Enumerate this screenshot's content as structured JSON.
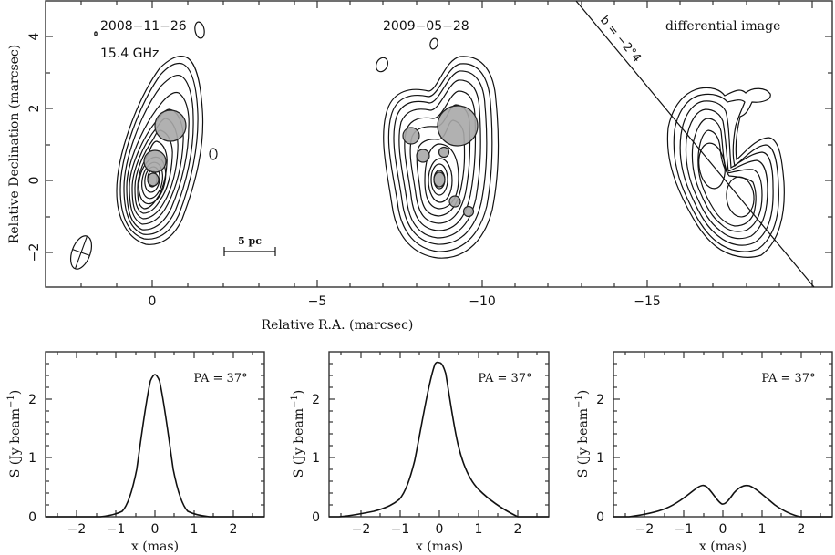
{
  "chart_data": [
    {
      "type": "contour",
      "panel": "top",
      "xlabel": "Relative R.A. (marcsec)",
      "ylabel": "Relative Declination (marcsec)",
      "xlim": [
        4.5,
        -18.9
      ],
      "ylim": [
        -3.0,
        5.0
      ],
      "xticks": [
        "0",
        "−5",
        "−10",
        "−15"
      ],
      "yticks": [
        "−2",
        "0",
        "2",
        "4"
      ],
      "annotations": {
        "epoch1": "2008−11−26",
        "frequency": "15.4 GHz",
        "epoch2": "2009−05−28",
        "differential": "differential image",
        "line_label": "b = −2°4",
        "scalebar": "5 pc"
      },
      "images": [
        {
          "name": "2008-11-26",
          "center_ra": 0,
          "gaussian_components": [
            {
              "ra": -0.5,
              "dec": 1.5,
              "size": 0.9
            },
            {
              "ra": -0.05,
              "dec": 0.5,
              "size": 0.6
            },
            {
              "ra": 0.0,
              "dec": 0.0,
              "size": 0.3
            }
          ]
        },
        {
          "name": "2009-05-28",
          "center_ra": -8,
          "gaussian_components": [
            {
              "ra": -8.6,
              "dec": 1.5,
              "size": 1.1
            },
            {
              "ra": -7.0,
              "dec": 1.2,
              "size": 0.45
            },
            {
              "ra": -7.4,
              "dec": 0.65,
              "size": 0.35
            },
            {
              "ra": -7.9,
              "dec": 0.75,
              "size": 0.25
            },
            {
              "ra": -7.9,
              "dec": 0.0,
              "size": 0.35
            },
            {
              "ra": -8.4,
              "dec": -0.6,
              "size": 0.3
            },
            {
              "ra": -8.7,
              "dec": -0.9,
              "size": 0.3
            }
          ]
        },
        {
          "name": "differential image",
          "center_ra": -16,
          "gaussian_components": []
        }
      ]
    },
    {
      "type": "line",
      "panel": "bottom-left",
      "title": "PA = 37°",
      "xlabel": "x (mas)",
      "ylabel": "S (Jy beam⁻¹)",
      "xlim": [
        -2.8,
        2.8
      ],
      "ylim": [
        0,
        2.8
      ],
      "xticks": [
        "−2",
        "−1",
        "0",
        "1",
        "2"
      ],
      "yticks": [
        "0",
        "1",
        "2"
      ],
      "x": [
        -2.8,
        -1.5,
        -1.0,
        -0.75,
        -0.5,
        -0.25,
        0.0,
        0.25,
        0.5,
        0.75,
        1.0,
        1.5,
        2.8
      ],
      "values": [
        0.0,
        0.0,
        0.08,
        0.35,
        1.05,
        2.0,
        2.42,
        2.0,
        1.05,
        0.35,
        0.08,
        0.0,
        0.0
      ]
    },
    {
      "type": "line",
      "panel": "bottom-middle",
      "title": "PA = 37°",
      "xlabel": "x (mas)",
      "ylabel": "S (Jy beam⁻¹)",
      "xlim": [
        -2.8,
        2.8
      ],
      "ylim": [
        0,
        2.8
      ],
      "xticks": [
        "−2",
        "−1",
        "0",
        "1",
        "2"
      ],
      "yticks": [
        "0",
        "1",
        "2"
      ],
      "x": [
        -2.8,
        -2.0,
        -1.5,
        -1.0,
        -0.75,
        -0.5,
        -0.25,
        0.0,
        0.25,
        0.5,
        0.75,
        1.0,
        1.5,
        2.0,
        2.8
      ],
      "values": [
        0.0,
        0.03,
        0.1,
        0.22,
        0.42,
        0.95,
        1.9,
        2.62,
        1.9,
        1.0,
        0.55,
        0.35,
        0.1,
        0.0,
        0.0
      ]
    },
    {
      "type": "line",
      "panel": "bottom-right",
      "title": "PA = 37°",
      "xlabel": "x (mas)",
      "ylabel": "S (Jy beam⁻¹)",
      "xlim": [
        -2.8,
        2.8
      ],
      "ylim": [
        0,
        2.8
      ],
      "xticks": [
        "−2",
        "−1",
        "0",
        "1",
        "2"
      ],
      "yticks": [
        "0",
        "1",
        "2"
      ],
      "x": [
        -2.8,
        -2.0,
        -1.5,
        -1.0,
        -0.5,
        0.0,
        0.6,
        1.0,
        1.5,
        2.0,
        2.8
      ],
      "values": [
        0.0,
        0.03,
        0.1,
        0.3,
        0.5,
        0.22,
        0.52,
        0.4,
        0.12,
        0.0,
        0.0
      ]
    }
  ],
  "top": {
    "xlabel": "Relative R.A. (marcsec)",
    "ylabel": "Relative Declination (marcsec)",
    "xticks": [
      "0",
      "−5",
      "−10",
      "−15"
    ],
    "yticks": [
      "−2",
      "0",
      "2",
      "4"
    ],
    "epoch1": "2008−11−26",
    "frequency": "15.4 GHz",
    "epoch2": "2009−05−28",
    "differential": "differential image",
    "line_label": "b = −2°4",
    "scalebar": "5 pc"
  },
  "bottom": {
    "pa_label": "PA = 37°",
    "xlabel": "x (mas)",
    "ylabel": "S (Jy beam",
    "ylabel_sup": "−1",
    "ylabel_close": ")",
    "xticks": [
      "−2",
      "−1",
      "0",
      "1",
      "2"
    ],
    "yticks": [
      "0",
      "1",
      "2"
    ]
  }
}
